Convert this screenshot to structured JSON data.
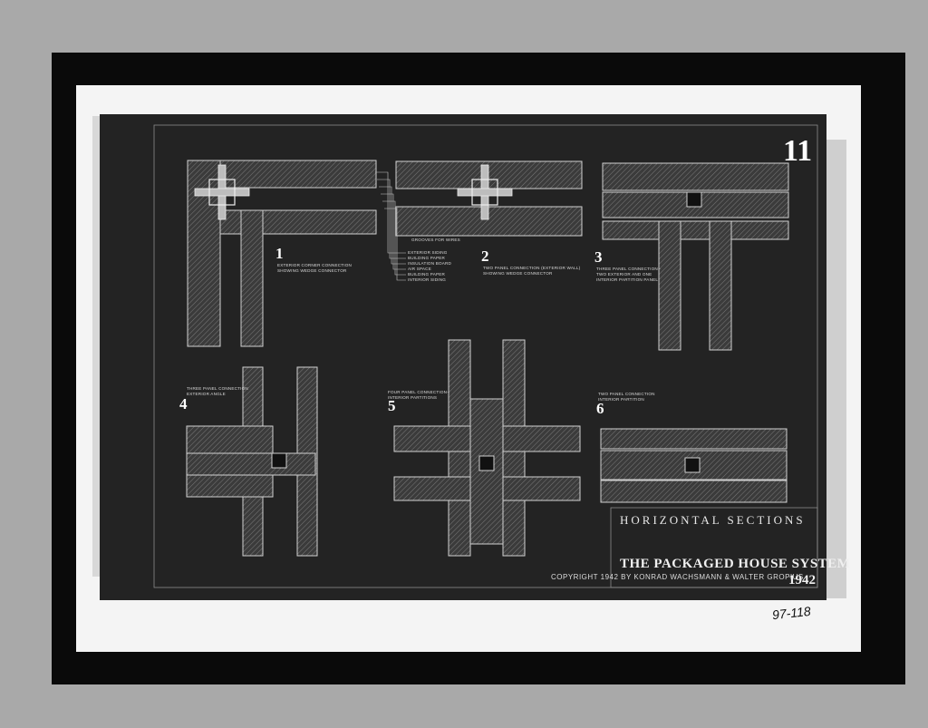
{
  "photo": {
    "sheet_number": "11",
    "archive_id": "97-118"
  },
  "drawing": {
    "details": [
      {
        "number": "1",
        "caption": "EXTERIOR CORNER CONNECTION\nSHOWING WEDGE CONNECTOR"
      },
      {
        "number": "2",
        "caption": "TWO PANEL CONNECTION (EXTERIOR WALL)\nSHOWING WEDGE CONNECTOR"
      },
      {
        "number": "3",
        "caption": "THREE PANEL CONNECTION -\nTWO EXTERIOR AND ONE\nINTERIOR PARTITION PANEL"
      },
      {
        "number": "4",
        "caption": "THREE PANEL CONNECTION\nEXTERIOR ANGLE"
      },
      {
        "number": "5",
        "caption": "FOUR PANEL CONNECTION-\nINTERIOR PARTITIONS"
      },
      {
        "number": "6",
        "caption": "TWO PANEL CONNECTION\nINTERIOR PARTITION"
      }
    ],
    "layer_legend": "EXTERIOR SIDING\nBUILDING PAPER\nINSULATION BOARD\nAIR SPACE\nBUILDING PAPER\nINTERIOR SIDING",
    "grooves_note": "GROOVES FOR WIRES",
    "section_heading": "HORIZONTAL SECTIONS",
    "title": "THE PACKAGED HOUSE SYSTEM",
    "year": "1942",
    "copyright": "COPYRIGHT 1942 BY KONRAD WACHSMANN & WALTER GROPIUS"
  },
  "colors": {
    "board": "#232323",
    "panel_fill": "#3a3a3a",
    "line": "#d0d0d0",
    "mat": "#f4f4f4"
  }
}
